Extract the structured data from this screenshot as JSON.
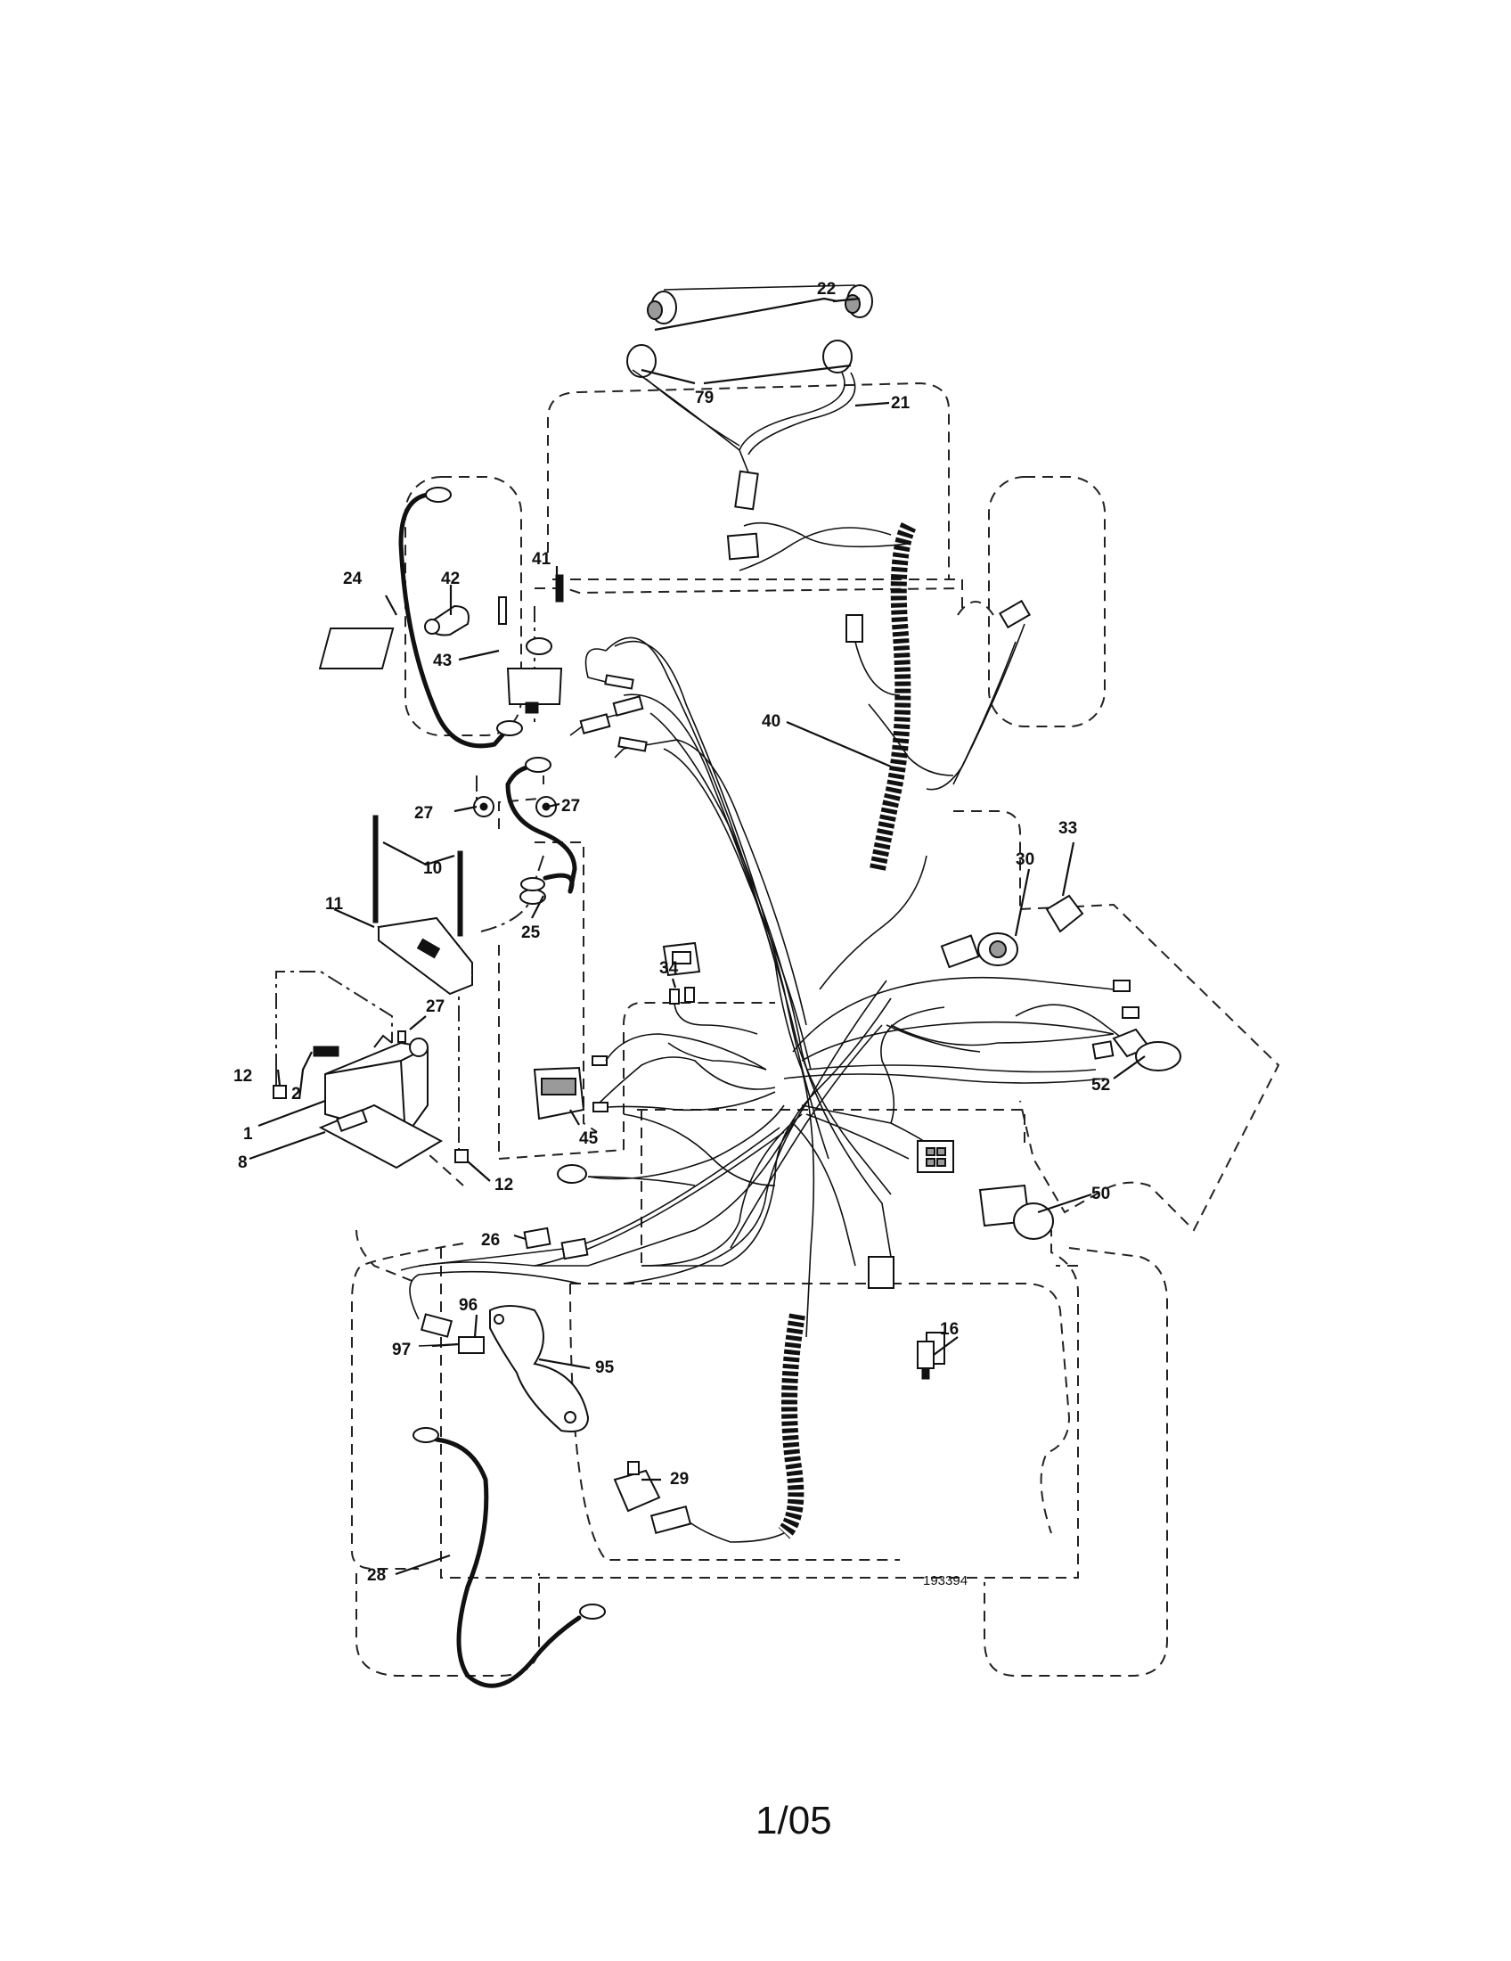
{
  "labels": {
    "p22": "22",
    "p79": "79",
    "p21": "21",
    "p24": "24",
    "p42": "42",
    "p41": "41",
    "p43": "43",
    "p40": "40",
    "p27a": "27",
    "p27b": "27",
    "p10": "10",
    "p11": "11",
    "p25": "25",
    "p33": "33",
    "p30": "30",
    "p34": "34",
    "p27c": "27",
    "p12a": "12",
    "p2": "2",
    "p1": "1",
    "p8": "8",
    "p45": "45",
    "p12b": "12",
    "p52": "52",
    "p50": "50",
    "p26": "26",
    "p96": "96",
    "p97": "97",
    "p95": "95",
    "p16": "16",
    "p29": "29",
    "p28": "28"
  },
  "drawing_number": "193394",
  "page_number": "1/05"
}
